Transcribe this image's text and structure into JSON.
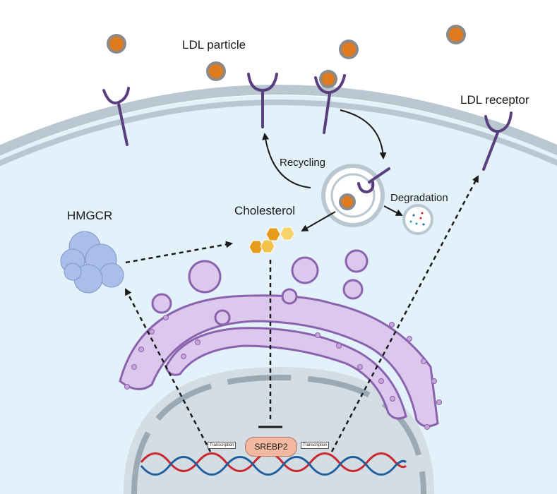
{
  "labels": {
    "ldl_particle": "LDL particle",
    "ldl_receptor": "LDL receptor",
    "recycling": "Recycling",
    "cholesterol": "Cholesterol",
    "degradation": "Degradation",
    "hmgcr": "HMGCR",
    "srebp2": "SREBP2",
    "transcription_left": "Transcription",
    "transcription_right": "Transcription"
  },
  "colors": {
    "cytoplasm": "#e3f1fb",
    "membrane": "#b9c7d1",
    "receptor": "#5a3f7f",
    "er": "#dcc8ec",
    "er_outline": "#8a62ad",
    "cholesterol": "#f0a21a",
    "hmgcr": "#a9bfe9",
    "dna_red": "#c8252c",
    "dna_blue": "#1f5f99",
    "srebp2": "#f2b8a0"
  },
  "icons": {
    "ldl": "ldl-particle-icon",
    "receptor": "ldl-receptor-icon",
    "cholesterol": "cholesterol-molecule-icon",
    "hmgcr": "hmgcr-protein-icon",
    "dna": "dna-helix-icon",
    "endosome": "endosome-icon",
    "lysosome": "lysosome-icon"
  }
}
